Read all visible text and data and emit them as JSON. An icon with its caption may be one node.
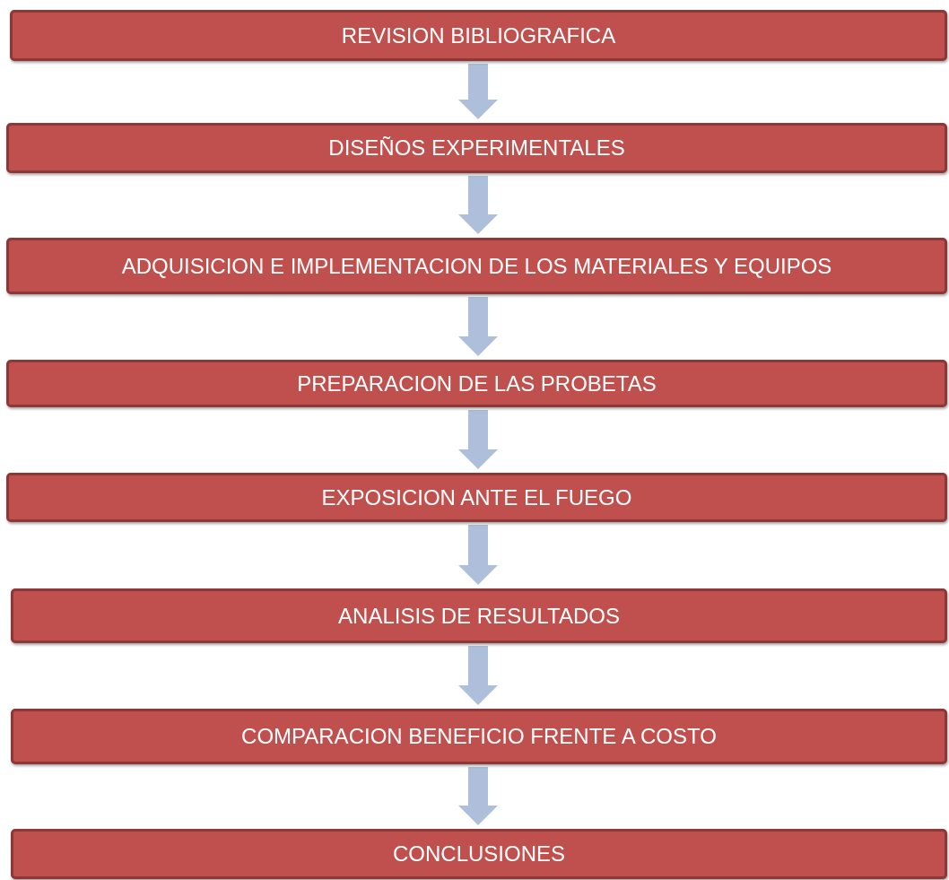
{
  "diagram": {
    "nodes": [
      {
        "text": [
          "REVISION BIBLIOGRAFICA"
        ]
      },
      {
        "text": [
          "DISEÑOS EXPERIMENTALES"
        ]
      },
      {
        "text": [
          "ADQUISICION E IMPLEMENTACION DE LOS MATERIALES Y EQUIPOS"
        ]
      },
      {
        "text": [
          "PREPARACION DE LAS PROBETAS"
        ]
      },
      {
        "text": [
          "EXPOSICION ANTE EL FUEGO"
        ]
      },
      {
        "text": [
          "ANALISIS DE RESULTADOS"
        ]
      },
      {
        "text": [
          "COMPARACION BENEFICIO FRENTE A COSTO"
        ]
      },
      {
        "text": [
          "CONCLUSIONES"
        ]
      }
    ],
    "edges": [
      {
        "from": 0,
        "to": 1,
        "arrow": "to"
      },
      {
        "from": 1,
        "to": 2,
        "arrow": "to"
      },
      {
        "from": 2,
        "to": 3,
        "arrow": "to"
      },
      {
        "from": 3,
        "to": 4,
        "arrow": "to"
      },
      {
        "from": 4,
        "to": 5,
        "arrow": "to"
      },
      {
        "from": 5,
        "to": 6,
        "arrow": "to"
      },
      {
        "from": 6,
        "to": 7,
        "arrow": "to"
      }
    ]
  }
}
